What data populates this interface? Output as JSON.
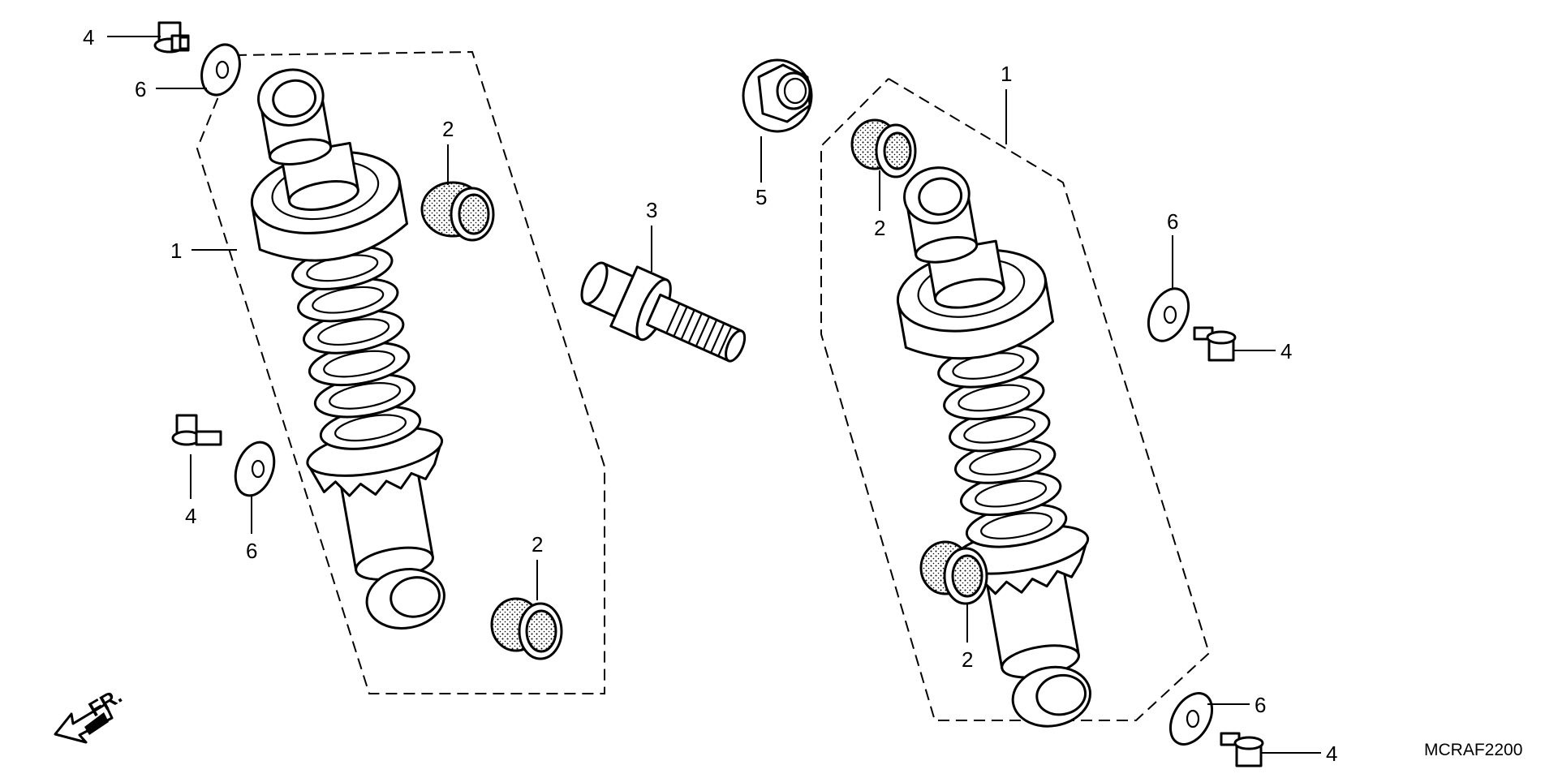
{
  "labels": {
    "shock_absorber": "1",
    "bushing": "2",
    "stud_bolt": "3",
    "flange_bolt": "4",
    "flange_nut": "5",
    "washer": "6"
  },
  "front_marker": "FR.",
  "diagram_code": "MCRAF2200",
  "colors": {
    "ink": "#000000",
    "background": "#ffffff"
  }
}
